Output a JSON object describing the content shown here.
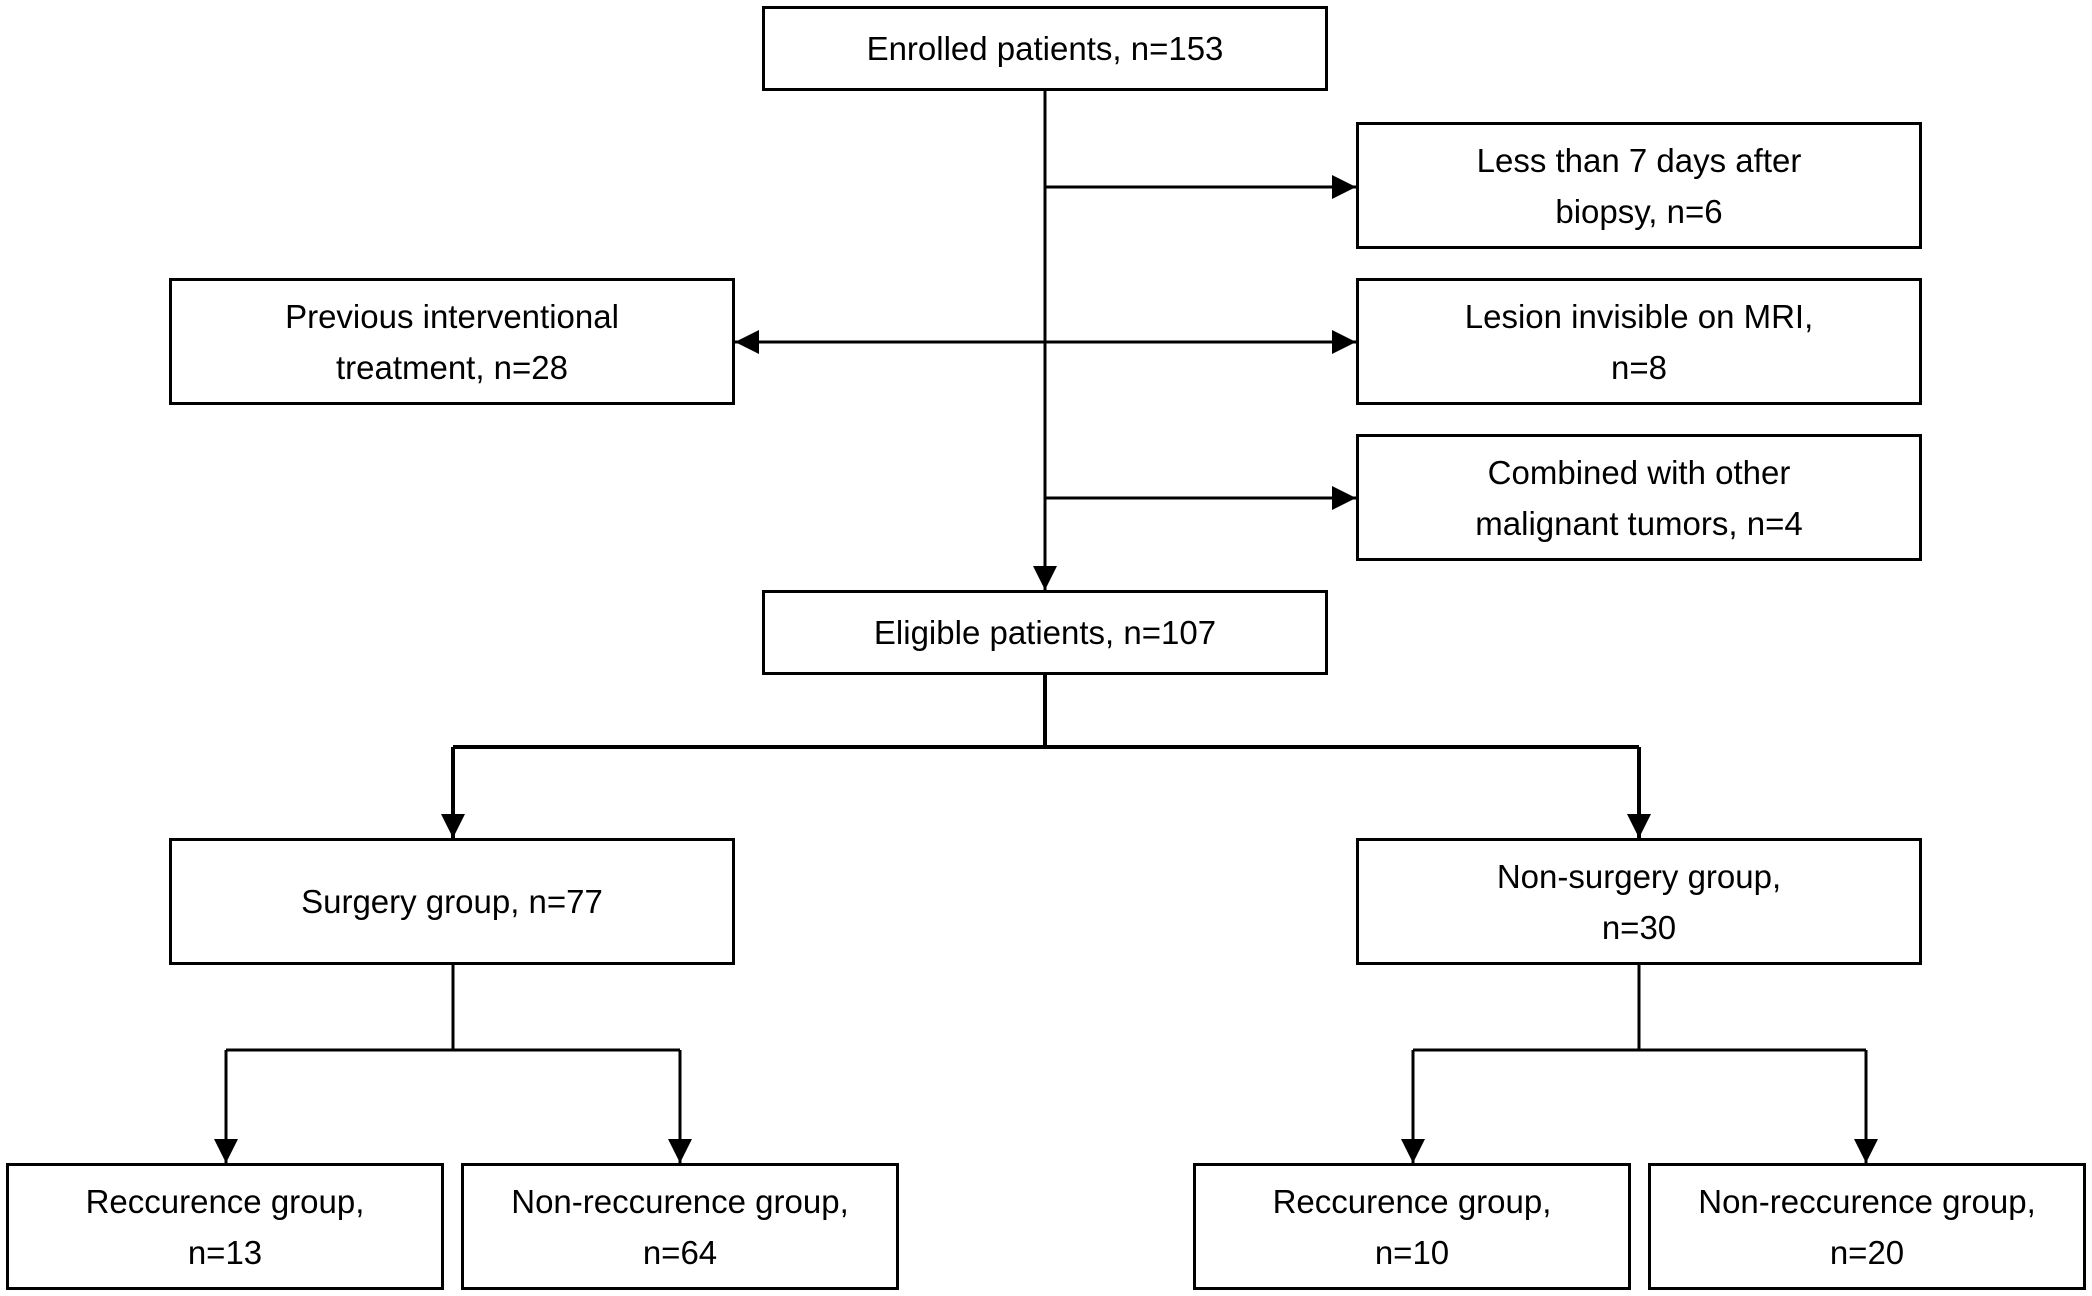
{
  "flowchart": {
    "enrolled": [
      "Enrolled patients, n=153"
    ],
    "excl_biopsy": [
      "Less than 7 days after",
      "biopsy, n=6"
    ],
    "excl_previous": [
      "Previous interventional",
      "treatment, n=28"
    ],
    "excl_mri": [
      "Lesion invisible on MRI,",
      "n=8"
    ],
    "excl_tumors": [
      "Combined with other",
      "malignant tumors, n=4"
    ],
    "eligible": [
      "Eligible patients, n=107"
    ],
    "surgery": [
      "Surgery group, n=77"
    ],
    "nonsurgery": [
      "Non-surgery group,",
      "n=30"
    ],
    "surg_rec": [
      "Reccurence group,",
      "n=13"
    ],
    "surg_nonrec": [
      "Non-reccurence group,",
      "n=64"
    ],
    "nonsurg_rec": [
      "Reccurence group,",
      "n=10"
    ],
    "nonsurg_nonrec": [
      "Non-reccurence group,",
      "n=20"
    ]
  },
  "colors": {
    "line": "#000000",
    "box_fill": "#ffffff",
    "text": "#000000"
  }
}
